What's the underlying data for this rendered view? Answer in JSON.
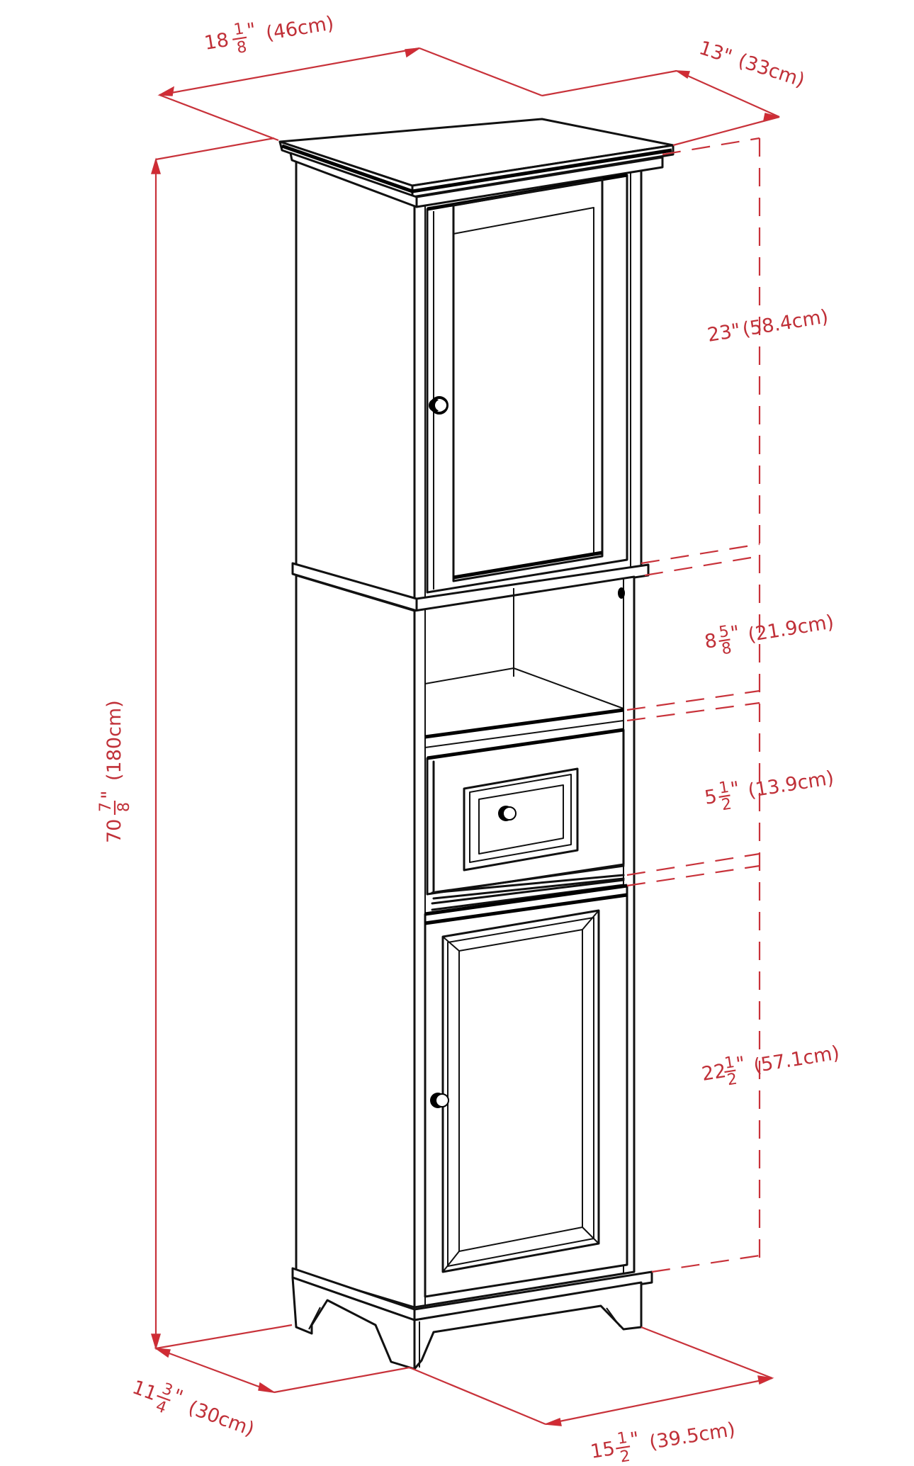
{
  "title": "Tall cabinet dimension diagram",
  "colors": {
    "dimension_line": "#c8323a",
    "dimension_text": "#c03038",
    "drawing_line": "#111111",
    "background": "#ffffff"
  },
  "dimensions": {
    "width": {
      "whole": "18",
      "num": "1",
      "den": "8",
      "unit": "\"",
      "metric": "(46cm)"
    },
    "depth": {
      "text": "13\"",
      "metric": "(33cm)"
    },
    "height": {
      "whole": "70",
      "num": "7",
      "den": "8",
      "unit": "\"",
      "metric": "(180cm)"
    },
    "upper_cabinet": {
      "text": "23\"",
      "metric": "(58.4cm)"
    },
    "open_shelf": {
      "whole": "8",
      "num": "5",
      "den": "8",
      "unit": "\"",
      "metric": "(21.9cm)"
    },
    "drawer": {
      "whole": "5",
      "num": "1",
      "den": "2",
      "unit": "\"",
      "metric": "(13.9cm)"
    },
    "lower_cabinet": {
      "whole": "22",
      "num": "1",
      "den": "2",
      "unit": "\"",
      "metric": "(57.1cm)"
    },
    "base_depth": {
      "whole": "11",
      "num": "3",
      "den": "4",
      "unit": "\"",
      "metric": "(30cm)"
    },
    "base_width": {
      "whole": "15",
      "num": "1",
      "den": "2",
      "unit": "\"",
      "metric": "(39.5cm)"
    }
  },
  "components": [
    {
      "name": "top",
      "label": "Crown top"
    },
    {
      "name": "upper-door",
      "label": "Upper door with knob"
    },
    {
      "name": "open-shelf",
      "label": "Open shelf"
    },
    {
      "name": "drawer",
      "label": "Drawer with knob"
    },
    {
      "name": "lower-door",
      "label": "Lower raised-panel door with knob"
    },
    {
      "name": "base",
      "label": "Bracket foot base"
    }
  ]
}
